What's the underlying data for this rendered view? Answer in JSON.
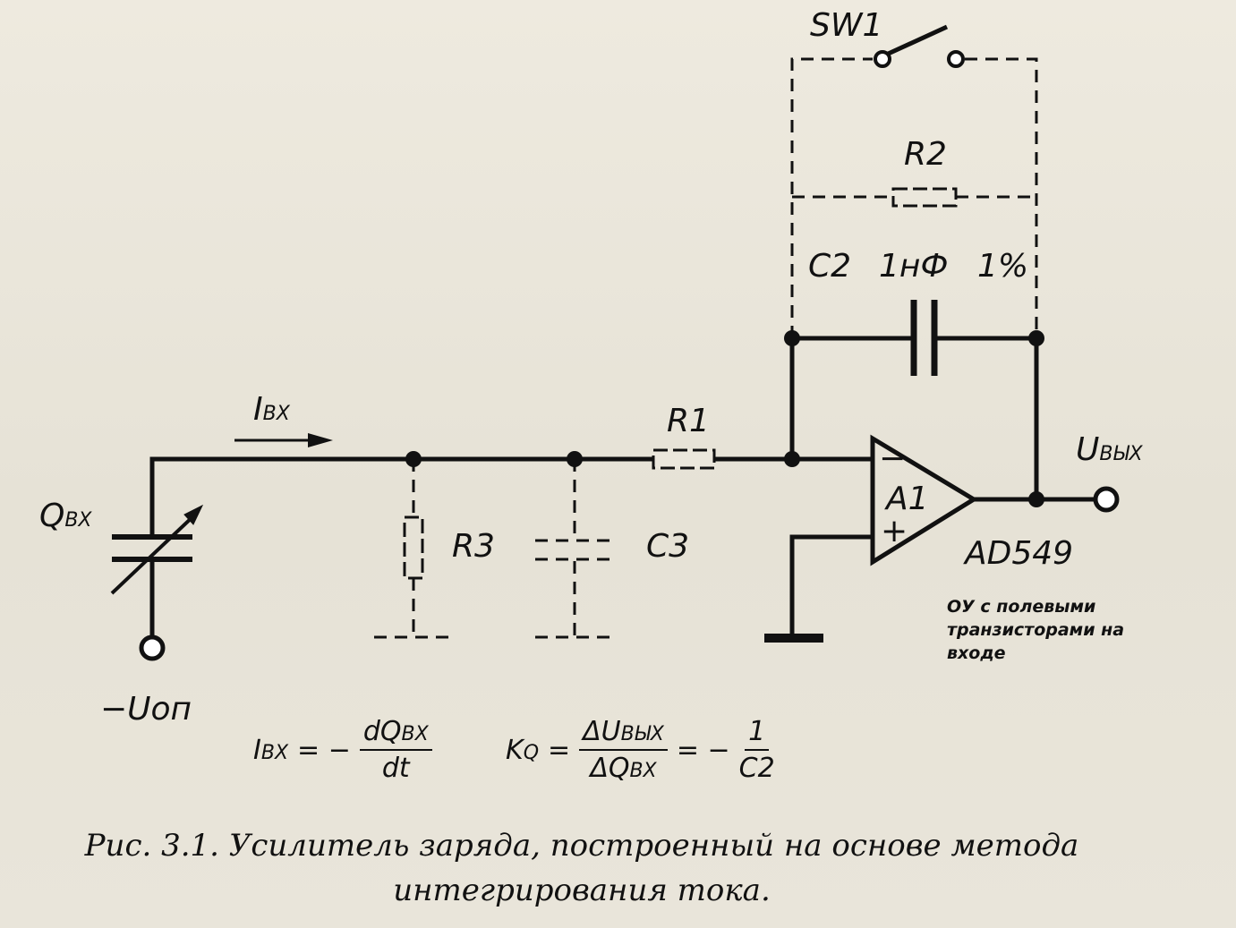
{
  "labels": {
    "sw1": "SW1",
    "r2": "R2",
    "c2": "C2",
    "c2_value": "1нФ",
    "c2_tolerance": "1%",
    "i_in_main": "I",
    "i_in_sub": "ВХ",
    "r1": "R1",
    "q_in_main": "Q",
    "q_in_sub": "ВХ",
    "r3": "R3",
    "c3": "C3",
    "op_amp": "A1",
    "minus": "−",
    "plus": "+",
    "u_out_main": "U",
    "u_out_sub": "ВЫХ",
    "part": "AD549",
    "note": "ОУ с полевыми транзисторами на входе",
    "u_ref": "−Uоп"
  },
  "formulas": {
    "f1": {
      "lhs_main": "I",
      "lhs_sub": "ВХ",
      "eq": "= −",
      "num_main": "dQ",
      "num_sub": "ВХ",
      "den": "dt"
    },
    "f2": {
      "lhs_main": "K",
      "lhs_sub": "Q",
      "eq1": "=",
      "num_main": "ΔU",
      "num_sub": "ВЫХ",
      "den_main": "ΔQ",
      "den_sub": "ВХ",
      "eq2": "= −",
      "num2": "1",
      "den2": "C2"
    }
  },
  "caption": {
    "line1": "Рис. 3.1. Усилитель заряда, построенный на основе метода",
    "line2": "интегрирования тока."
  }
}
